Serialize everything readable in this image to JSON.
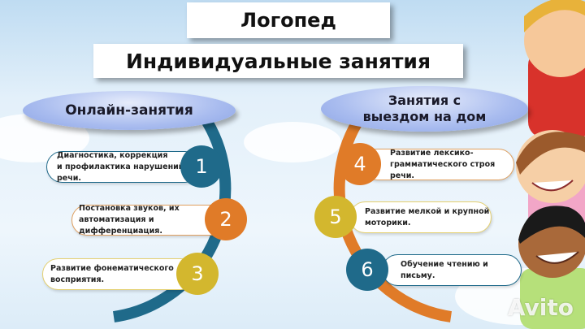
{
  "title": "Логопед",
  "subtitle": "Индивидуальные занятия",
  "left": {
    "heading": "Онлайн-занятия",
    "items": [
      {
        "number": "1",
        "line1": "Диагностика, коррекция",
        "line2": "и профилактика нарушений речи.",
        "color": "#1f6a8a"
      },
      {
        "number": "2",
        "line1": "Постановка звуков, их",
        "line2": "автоматизация и дифференциация.",
        "color": "#e07b28"
      },
      {
        "number": "3",
        "line1": "Развитие фонематического",
        "line2": "восприятия.",
        "color": "#d3b72e"
      }
    ]
  },
  "right": {
    "heading_line1": "Занятия с",
    "heading_line2": "выездом на дом",
    "items": [
      {
        "number": "4",
        "line1": "Развитие лексико-",
        "line2": "грамматического строя речи.",
        "color": "#e07b28"
      },
      {
        "number": "5",
        "line1": "Развитие мелкой и крупной",
        "line2": "моторики.",
        "color": "#d3b72e"
      },
      {
        "number": "6",
        "line1": "Обучение чтению и письму.",
        "line2": "",
        "color": "#1f6a8a"
      }
    ]
  },
  "arc_colors": {
    "left": "#1f6a8a",
    "right": "#e07b28"
  },
  "watermark": "Avito"
}
